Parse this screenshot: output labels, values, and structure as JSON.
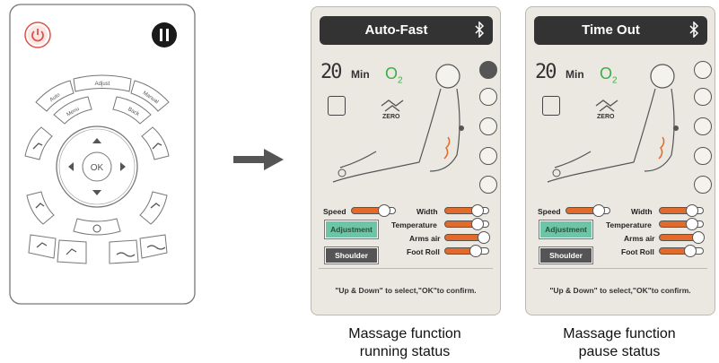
{
  "remote": {
    "buttons": {
      "adjust": "Adjust",
      "auto": "Auto",
      "manual": "Manual",
      "menu": "Menu",
      "back": "Back",
      "ok": "OK"
    },
    "icons": [
      "power-icon",
      "pause-icon",
      "up-icon",
      "down-icon",
      "left-icon",
      "right-icon",
      "timer-icon",
      "recline-icon",
      "upright-icon",
      "legrest-up-icon",
      "legrest-down-icon",
      "zero-gravity-icon",
      "heat-icon"
    ],
    "colors": {
      "power": "#e0504a",
      "pause": "#1a1a1a"
    }
  },
  "panels": [
    {
      "title": "Auto-Fast",
      "time_value": "20",
      "time_unit": "Min",
      "o2_label": "O",
      "o2_sub": "2",
      "zero_label": "ZERO",
      "active_circle": 0,
      "sliders": {
        "speed": {
          "label": "Speed",
          "level": 0.8
        },
        "width": {
          "label": "Width",
          "level": 0.8
        },
        "temperature": {
          "label": "Temperature",
          "level": 0.8
        },
        "arms_air": {
          "label": "Arms air",
          "level": 1.0
        },
        "foot_roll": {
          "label": "Foot Roll",
          "level": 0.75
        }
      },
      "adjustment_label": "Adjustment",
      "shoulder_label": "Shoulder",
      "hint": "\"Up &  Down\" to select,\"OK\"to confirm.",
      "caption_line1": "Massage function",
      "caption_line2": "running status"
    },
    {
      "title": "Time Out",
      "time_value": "20",
      "time_unit": "Min",
      "o2_label": "O",
      "o2_sub": "2",
      "zero_label": "ZERO",
      "active_circle": -1,
      "sliders": {
        "speed": {
          "label": "Speed",
          "level": 0.8
        },
        "width": {
          "label": "Width",
          "level": 0.8
        },
        "temperature": {
          "label": "Temperature",
          "level": 0.8
        },
        "arms_air": {
          "label": "Arms air",
          "level": 1.0
        },
        "foot_roll": {
          "label": "Foot Roll",
          "level": 0.75
        }
      },
      "adjustment_label": "Adjustment",
      "shoulder_label": "Shoulder",
      "hint": "\"Up &  Down\" to select,\"OK\"to confirm.",
      "caption_line1": "Massage function",
      "caption_line2": "pause status"
    }
  ],
  "colors": {
    "accent_orange": "#e26b2c",
    "adjust_green": "#6cc6a6",
    "o2_green": "#3cae45",
    "title_bg": "#333333"
  }
}
